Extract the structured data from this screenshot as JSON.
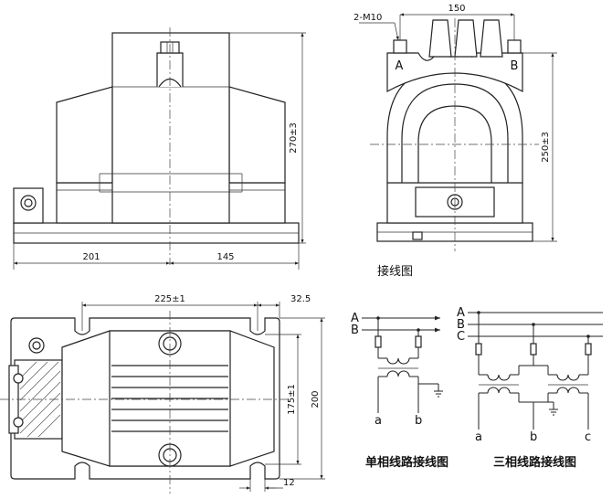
{
  "front_view": {
    "dim_height": "270±3",
    "dim_left": "201",
    "dim_right": "145"
  },
  "side_view": {
    "bolt_label": "2-M10",
    "dim_width": "150",
    "dim_height": "250±3",
    "terminal_a": "A",
    "terminal_b": "B"
  },
  "top_view": {
    "dim_mount_spacing": "225±1",
    "dim_offset": "32.5",
    "dim_mount_depth": "175±1",
    "dim_depth": "200",
    "dim_slot": "12"
  },
  "wiring": {
    "section_title": "接线图",
    "single_phase": {
      "caption": "单相线路接线图",
      "line_a": "A",
      "line_b": "B",
      "out_a": "a",
      "out_b": "b"
    },
    "three_phase": {
      "caption": "三相线路接线图",
      "line_a": "A",
      "line_b": "B",
      "line_c": "C",
      "out_a": "a",
      "out_b": "b",
      "out_c": "c"
    }
  }
}
